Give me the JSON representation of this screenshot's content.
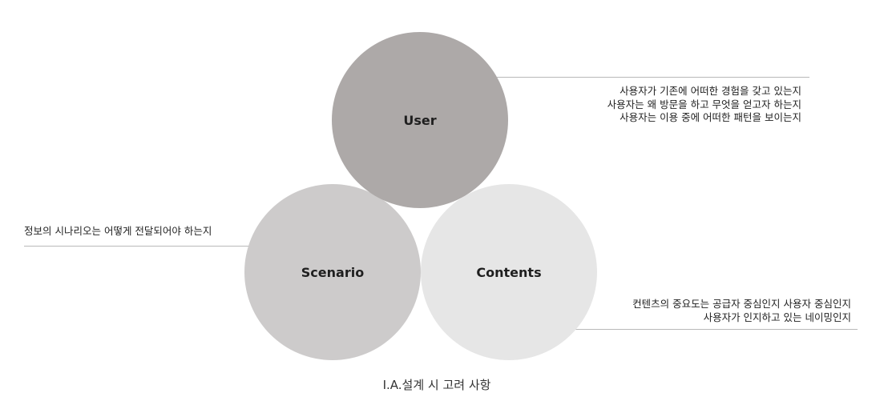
{
  "circles": {
    "user": "User",
    "scenario": "Scenario",
    "contents": "Contents"
  },
  "notes": {
    "user": [
      "사용자가 기존에 어떠한 경험을 갖고 있는지",
      "사용자는 왜 방문을 하고 무엇을 얻고자 하는지",
      "사용자는 이용 중에 어떠한 패턴을 보이는지"
    ],
    "scenario": [
      "정보의 시나리오는 어떻게 전달되어야 하는지"
    ],
    "contents": [
      "컨텐츠의 중요도는 공급자 중심인지 사용자 중심인지",
      "사용자가 인지하고 있는 네이밍인지"
    ]
  },
  "caption": "I.A.설계 시 고려 사항",
  "colors": {
    "user_circle": "#ada9a8",
    "scenario_circle": "#cdcbcb",
    "contents_circle": "#e6e6e6",
    "leader_line": "#b9b9b9"
  }
}
